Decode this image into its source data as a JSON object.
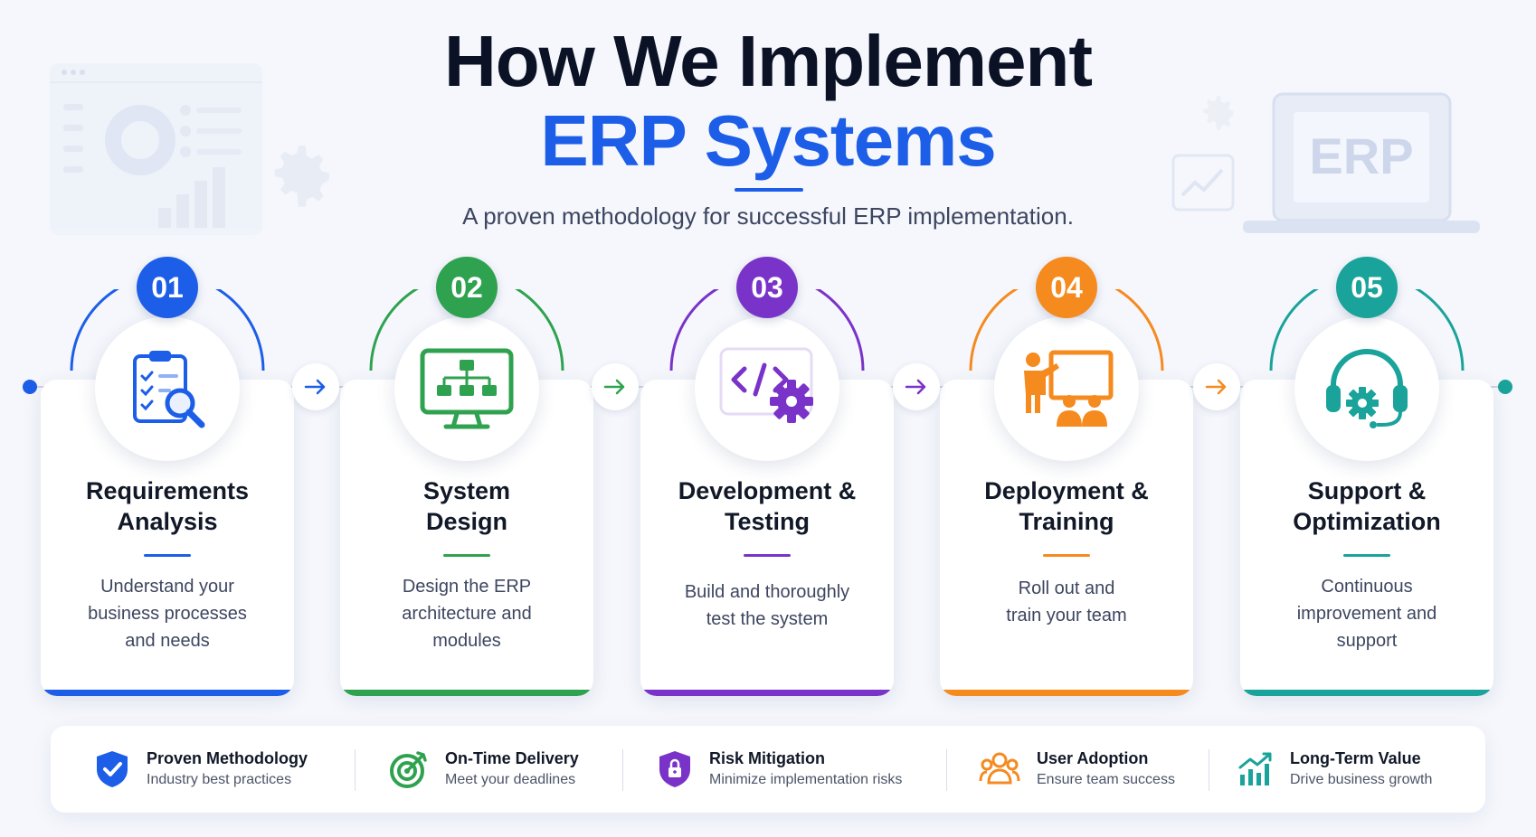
{
  "header": {
    "title_line1": "How We Implement",
    "title_line2": "ERP Systems",
    "subtitle": "A proven methodology for successful ERP implementation."
  },
  "decor": {
    "laptop_label": "ERP"
  },
  "colors": {
    "blue": "#1d5ee8",
    "green": "#2fa24f",
    "purple": "#7a33c8",
    "orange": "#f58a1f",
    "teal": "#1aa39a"
  },
  "steps": [
    {
      "number": "01",
      "title_line1": "Requirements",
      "title_line2": "Analysis",
      "desc_lines": [
        "Understand your",
        "business processes",
        "and needs"
      ],
      "icon": "clipboard-search-icon"
    },
    {
      "number": "02",
      "title_line1": "System",
      "title_line2": "Design",
      "desc_lines": [
        "Design the ERP",
        "architecture and",
        "modules"
      ],
      "icon": "monitor-hierarchy-icon"
    },
    {
      "number": "03",
      "title_line1": "Development &",
      "title_line2": "Testing",
      "desc_lines": [
        "Build and thoroughly",
        "test the system",
        ""
      ],
      "icon": "code-gear-icon"
    },
    {
      "number": "04",
      "title_line1": "Deployment &",
      "title_line2": "Training",
      "desc_lines": [
        "Roll out and",
        "train your team",
        ""
      ],
      "icon": "presenter-training-icon"
    },
    {
      "number": "05",
      "title_line1": "Support &",
      "title_line2": "Optimization",
      "desc_lines": [
        "Continuous",
        "improvement and",
        "support"
      ],
      "icon": "headset-gear-icon"
    }
  ],
  "benefits": [
    {
      "title": "Proven Methodology",
      "subtitle": "Industry best practices",
      "icon": "shield-check-icon"
    },
    {
      "title": "On-Time Delivery",
      "subtitle": "Meet your deadlines",
      "icon": "target-icon"
    },
    {
      "title": "Risk Mitigation",
      "subtitle": "Minimize implementation risks",
      "icon": "shield-lock-icon"
    },
    {
      "title": "User Adoption",
      "subtitle": "Ensure team success",
      "icon": "users-icon"
    },
    {
      "title": "Long-Term Value",
      "subtitle": "Drive business growth",
      "icon": "growth-chart-icon"
    }
  ]
}
